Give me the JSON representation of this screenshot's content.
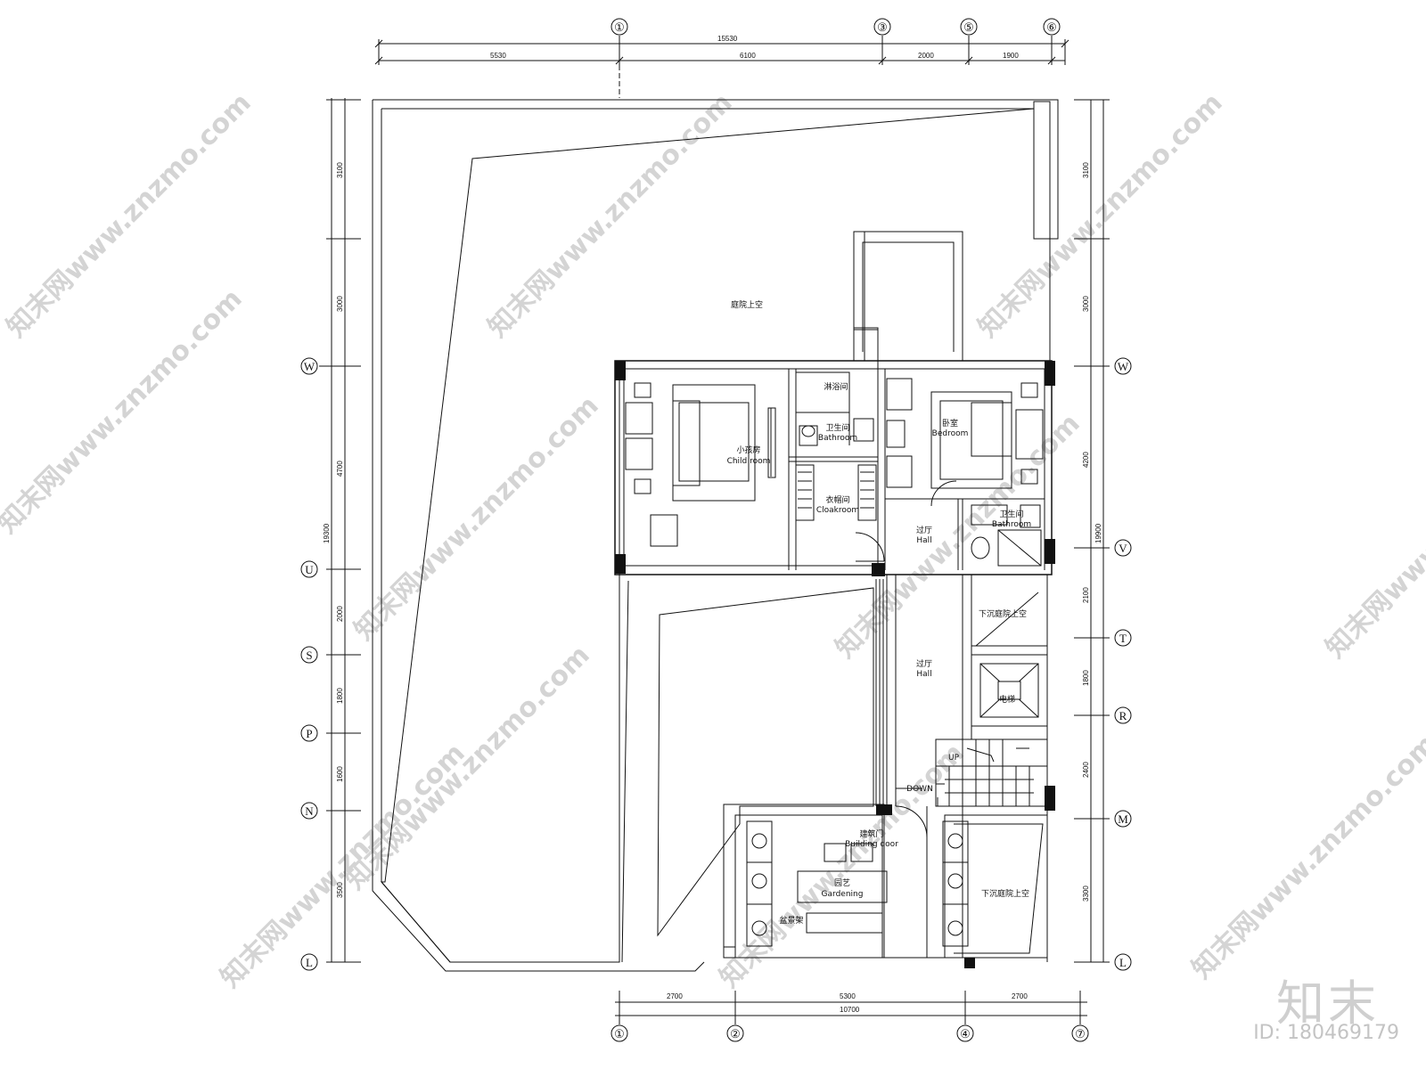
{
  "axes": {
    "top": [
      "①",
      "③",
      "⑤",
      "⑥"
    ],
    "bottom": [
      "①",
      "②",
      "④",
      "⑦"
    ],
    "left": [
      "W",
      "U",
      "S",
      "P",
      "N",
      "L"
    ],
    "right": [
      "W",
      "V",
      "T",
      "R",
      "M",
      "L"
    ]
  },
  "dims": {
    "top_total": "15530",
    "top_segments": [
      "5530",
      "6100",
      "2000",
      "1900"
    ],
    "bottom_segments": [
      "2700",
      "5300",
      "2700"
    ],
    "bottom_total": "10700",
    "left_total": "19300",
    "left_segments": [
      "3100",
      "3000",
      "4700",
      "2000",
      "1800",
      "1600",
      "3500"
    ],
    "right_total": "19900",
    "right_segments": [
      "3100",
      "3000",
      "4200",
      "2100",
      "1800",
      "2400",
      "3300"
    ]
  },
  "rooms": {
    "courtyard_void": "庭院上空",
    "child_room_cn": "小孩房",
    "child_room_en": "Child room",
    "shower_cn": "淋浴间",
    "bath1_cn": "卫生间",
    "bath1_en": "Bathroom",
    "cloak_cn": "衣帽间",
    "cloak_en": "Cloakroom",
    "bedroom_cn": "卧室",
    "bedroom_en": "Bedroom",
    "bath2_cn": "卫生间",
    "bath2_en": "Bathroom",
    "hall1_cn": "过厅",
    "hall1_en": "Hall",
    "sunken1_cn": "下沉庭院上空",
    "hall2_cn": "过厅",
    "hall2_en": "Hall",
    "elevator_cn": "电梯",
    "up": "UP",
    "down": "DOWN",
    "bdoor_cn": "建筑门",
    "bdoor_en": "Building door",
    "garden_cn": "园艺",
    "garden_en": "Gardening",
    "planter_cn": "盆景架",
    "sunken2_cn": "下沉庭院上空"
  },
  "watermark": {
    "text": "知末网www.znzmo.com",
    "brand": "知末",
    "id": "ID: 180469179"
  }
}
